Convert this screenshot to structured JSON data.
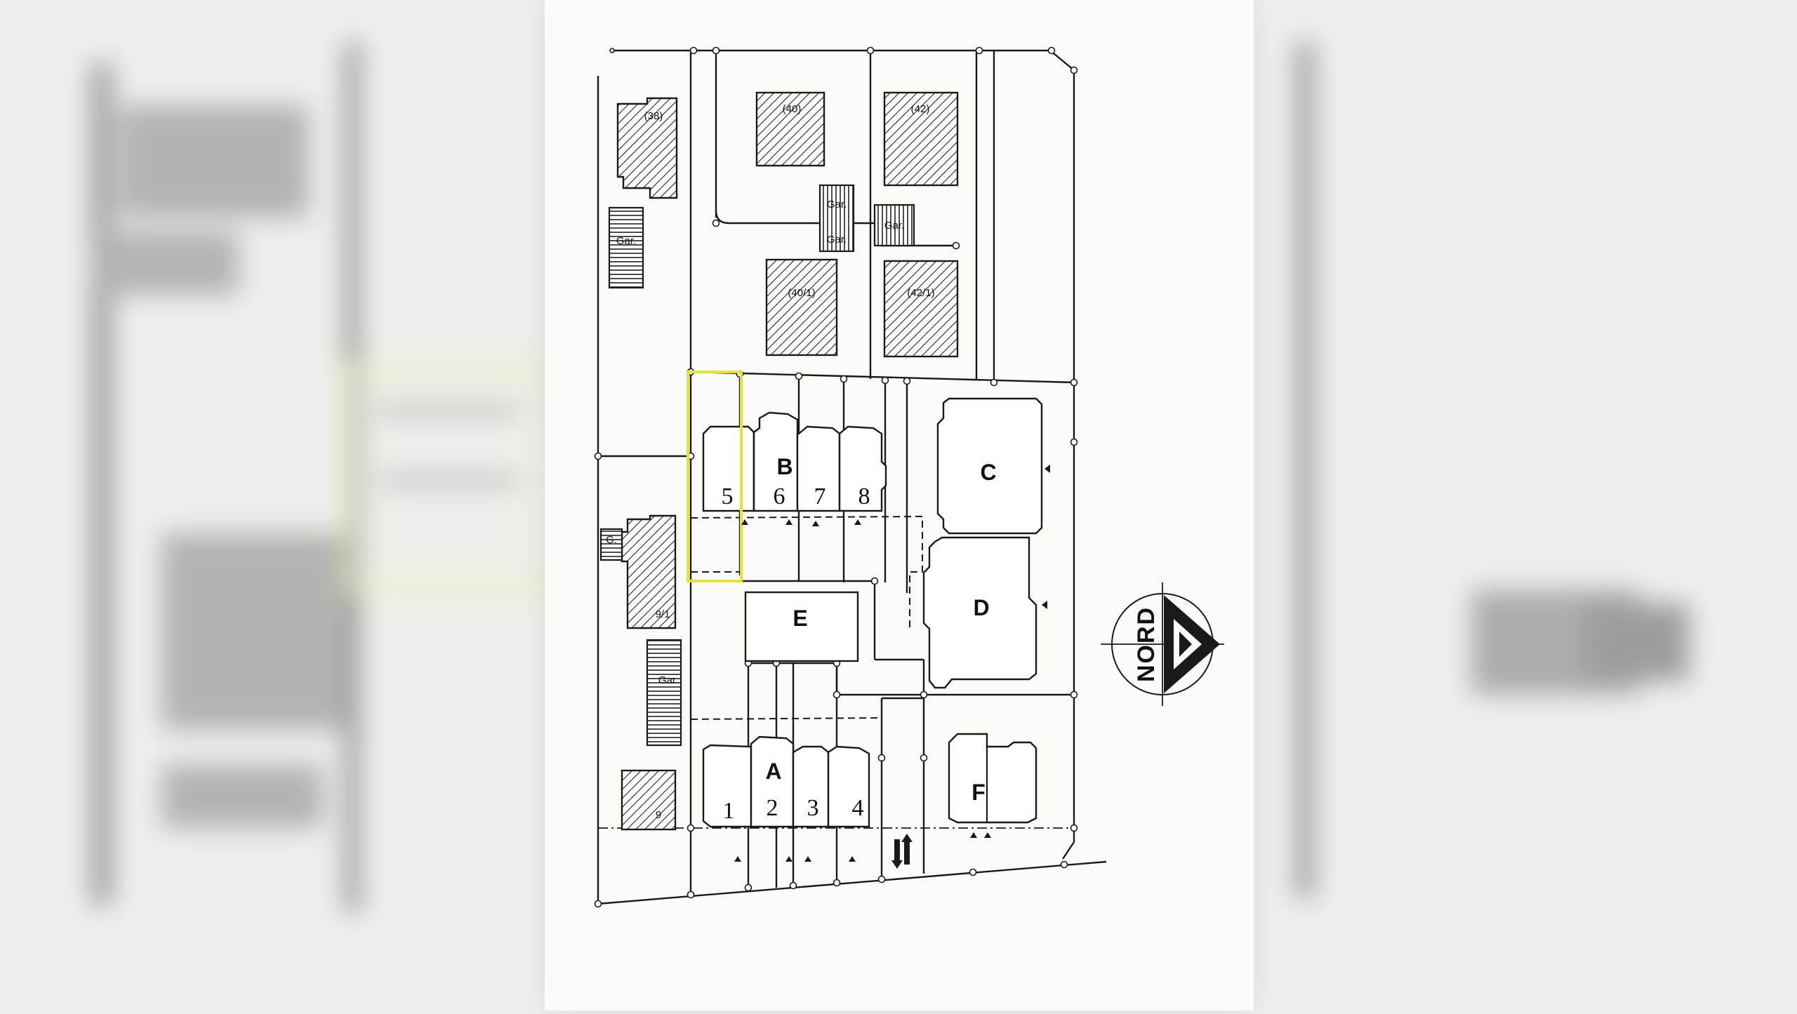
{
  "plan": {
    "existing_buildings": [
      {
        "id": "h38",
        "label": "(38)"
      },
      {
        "id": "h40",
        "label": "(40)"
      },
      {
        "id": "h42",
        "label": "(42)"
      },
      {
        "id": "h40_1",
        "label": "(40/1)"
      },
      {
        "id": "h42_1",
        "label": "(42/1)"
      },
      {
        "id": "h9_1",
        "label": "9/1"
      },
      {
        "id": "h9",
        "label": "9"
      }
    ],
    "garages": [
      {
        "id": "gar_left_top",
        "label": "Gar."
      },
      {
        "id": "gar_mid_a",
        "label": "Gar."
      },
      {
        "id": "gar_mid_b",
        "label": "Gar."
      },
      {
        "id": "gar_mid_c",
        "label": "Gar."
      },
      {
        "id": "gar_left_small",
        "label": "G."
      },
      {
        "id": "gar_left_bottom",
        "label": "Gar."
      }
    ],
    "blocks": [
      {
        "id": "A",
        "label": "A"
      },
      {
        "id": "B",
        "label": "B"
      },
      {
        "id": "C",
        "label": "C"
      },
      {
        "id": "D",
        "label": "D"
      },
      {
        "id": "E",
        "label": "E"
      },
      {
        "id": "F",
        "label": "F"
      }
    ],
    "units": [
      "1",
      "2",
      "3",
      "4",
      "5",
      "6",
      "7",
      "8"
    ],
    "highlight_color": "#e6e23a",
    "north": {
      "label": "NORD",
      "direction": "east"
    },
    "access_symbol": "two-way-arrows-icon"
  }
}
